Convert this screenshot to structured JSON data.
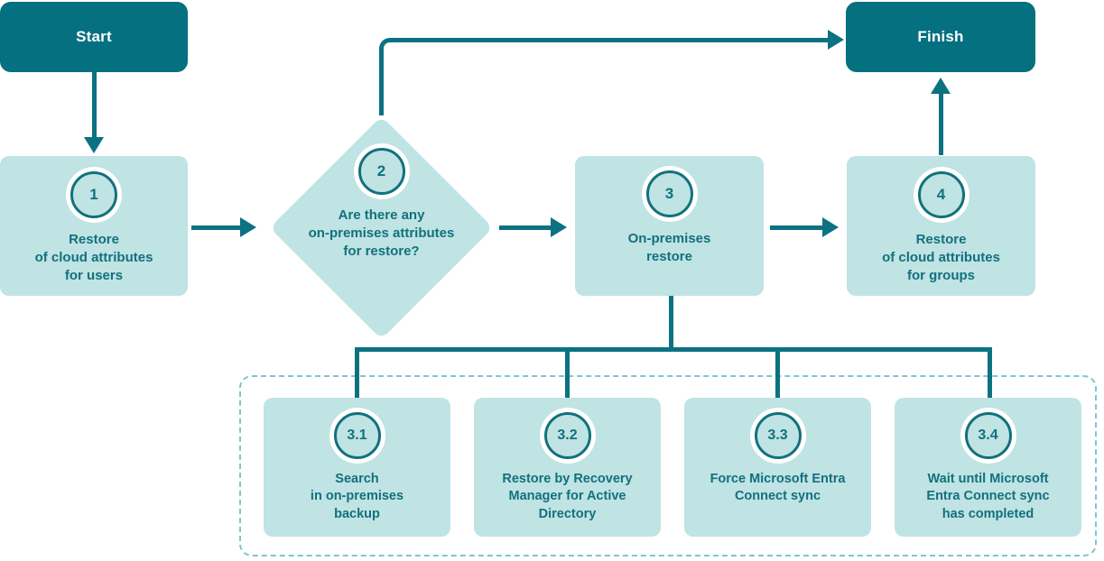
{
  "diagram": {
    "title_present": false,
    "colors": {
      "dark_teal": "#047080",
      "light_teal": "#c0e3e3",
      "connector_teal": "#0b7282",
      "text_teal": "#11717e",
      "dashed_border": "#7ec6c9",
      "white": "#ffffff"
    },
    "nodes": {
      "start": {
        "label": "Start",
        "type": "terminator"
      },
      "finish": {
        "label": "Finish",
        "type": "terminator"
      },
      "step1": {
        "badge": "1",
        "label": "Restore\nof cloud attributes\nfor users",
        "type": "process"
      },
      "step2": {
        "badge": "2",
        "label": "Are there any\non-premises attributes\nfor restore?",
        "type": "decision"
      },
      "step3": {
        "badge": "3",
        "label": "On-premises\nrestore",
        "type": "process"
      },
      "step4": {
        "badge": "4",
        "label": "Restore\nof cloud attributes\nfor groups",
        "type": "process"
      },
      "step3_1": {
        "badge": "3.1",
        "label": "Search\nin on-premises\nbackup",
        "type": "process"
      },
      "step3_2": {
        "badge": "3.2",
        "label": "Restore by Recovery\nManager for Active\nDirectory",
        "type": "process"
      },
      "step3_3": {
        "badge": "3.3",
        "label": "Force Microsoft Entra\nConnect sync",
        "type": "process"
      },
      "step3_4": {
        "badge": "3.4",
        "label": "Wait until Microsoft\nEntra Connect sync\nhas completed",
        "type": "process"
      }
    },
    "edges": [
      {
        "name": "start-to-step1",
        "from": "start",
        "to": "step1",
        "style": "solid-arrow-down"
      },
      {
        "name": "step1-to-step2",
        "from": "step1",
        "to": "step2",
        "style": "solid-arrow-right"
      },
      {
        "name": "step2-to-step3",
        "from": "step2",
        "to": "step3",
        "style": "solid-arrow-right"
      },
      {
        "name": "step2-to-finish",
        "from": "step2",
        "to": "finish",
        "style": "elbow-arrow-right"
      },
      {
        "name": "step3-to-step4",
        "from": "step3",
        "to": "step4",
        "style": "solid-arrow-right"
      },
      {
        "name": "step4-to-finish",
        "from": "step4",
        "to": "finish",
        "style": "solid-arrow-up"
      },
      {
        "name": "step3-to-substeps",
        "from": "step3",
        "to": "substep-group",
        "style": "bus-fanout"
      }
    ],
    "group": {
      "name": "substep-group",
      "style": "dashed",
      "members": [
        "3.1",
        "3.2",
        "3.3",
        "3.4"
      ]
    }
  }
}
